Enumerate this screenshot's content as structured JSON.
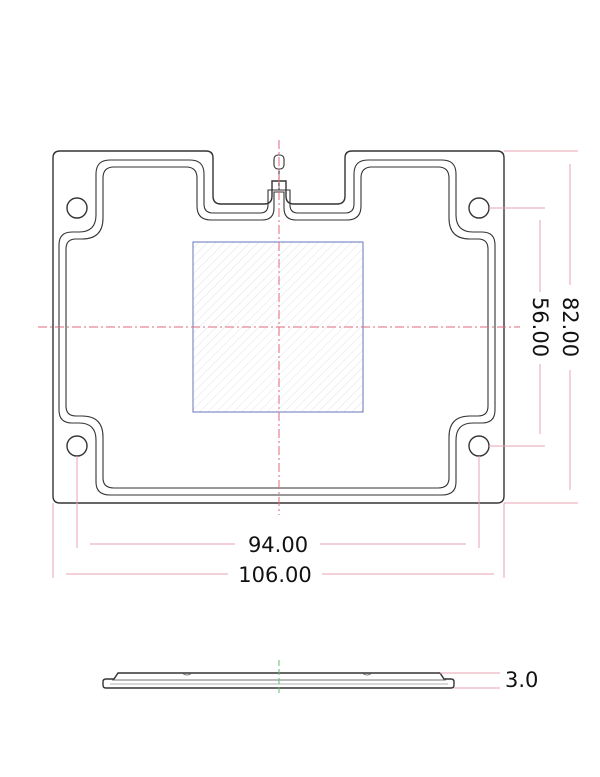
{
  "dimensions": {
    "hole_spacing_width": "94.00",
    "overall_width": "106.00",
    "overall_height": "82.00",
    "hole_spacing_height": "56.00",
    "thickness": "3.0"
  },
  "colors": {
    "outline": "#333333",
    "centerline": "#e06a7e",
    "dimension_line": "#e8a0b0",
    "label_area": "#6677bb"
  }
}
